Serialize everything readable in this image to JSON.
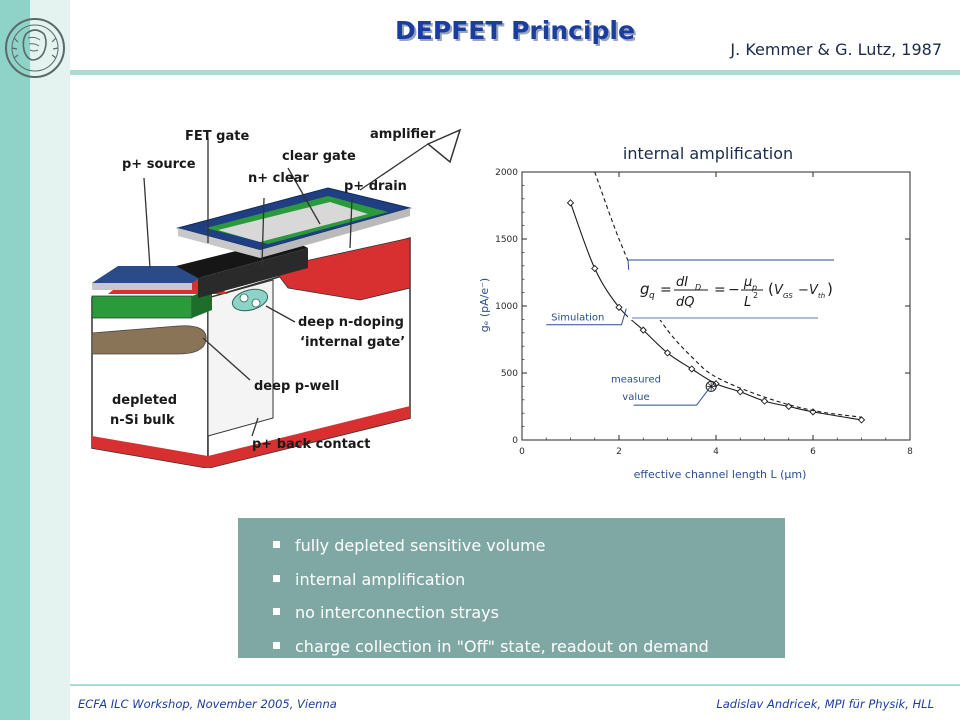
{
  "slide": {
    "title": "DEPFET Principle",
    "author": "J. Kemmer & G. Lutz, 1987"
  },
  "structure_labels": {
    "fet_gate": "FET gate",
    "clear_gate": "clear gate",
    "amplifier": "amplifier",
    "p_source": "p+ source",
    "n_clear": "n+ clear",
    "p_drain": "p+ drain",
    "deep_n_doping": "deep n-doping",
    "internal_gate": "‘internal gate’",
    "deep_p_well": "deep p-well",
    "depleted": "depleted",
    "bulk": "n-Si bulk",
    "back_contact": "p+ back contact"
  },
  "chart_data": {
    "type": "line",
    "title": "internal amplification",
    "xlabel": "effective channel length L (μm)",
    "ylabel": "gₑ (pA/e⁻)",
    "xlim": [
      0,
      8
    ],
    "ylim": [
      0,
      2000
    ],
    "xticks": [
      0,
      2,
      4,
      6,
      8
    ],
    "yticks": [
      0,
      500,
      1000,
      1500,
      2000
    ],
    "series": [
      {
        "name": "Simulation",
        "style": "solid-markers",
        "x": [
          1,
          1.5,
          2,
          2.5,
          3,
          3.5,
          4,
          4.5,
          5,
          5.5,
          6,
          7
        ],
        "y": [
          1770,
          1280,
          990,
          820,
          650,
          530,
          420,
          360,
          290,
          250,
          210,
          150
        ]
      },
      {
        "name": "",
        "style": "dashed",
        "x": [
          1.5,
          2,
          2.5,
          3,
          3.5,
          4,
          5,
          6,
          7
        ],
        "y": [
          2000,
          1500,
          1100,
          820,
          620,
          470,
          320,
          220,
          170
        ]
      }
    ],
    "measured_point": {
      "x": 3.9,
      "y": 400
    },
    "annotations": {
      "simulation": "Simulation",
      "measured_1": "measured",
      "measured_2": "value"
    },
    "formula": {
      "lhs": "g",
      "lhs_sub": "q",
      "deriv_num": "dI",
      "deriv_num_sub": "D",
      "deriv_den": "dQ",
      "mu": "μ",
      "mu_sub": "p",
      "length": "L",
      "length_exp": "2",
      "v_gs": "V",
      "v_gs_sub": "GS",
      "v_th": "V",
      "v_th_sub": "th"
    },
    "colors": {
      "curve": "#1a1a1a",
      "axis": "#2a2a2a",
      "annotation": "#2a4d8f"
    }
  },
  "bullets": [
    "fully depleted sensitive volume",
    "internal amplification",
    "no interconnection strays",
    "charge collection in \"Off\" state, readout on demand"
  ],
  "footer": {
    "left": "ECFA ILC Workshop, November 2005, Vienna",
    "right": "Ladislav Andricek, MPI für Physik, HLL"
  }
}
